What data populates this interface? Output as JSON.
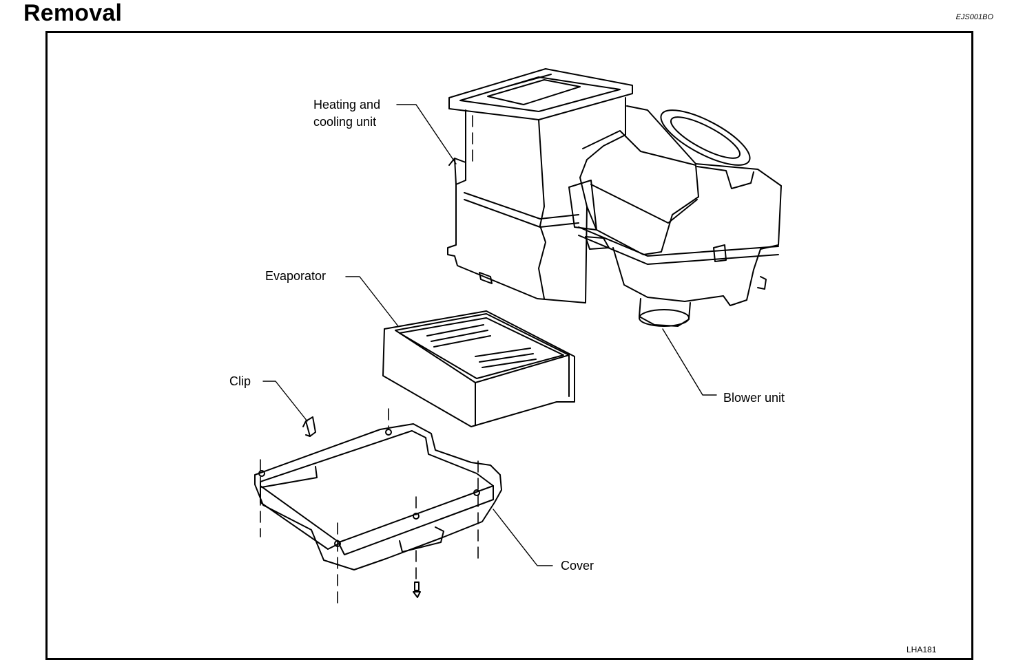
{
  "page": {
    "title": "Removal",
    "code": "EJS001BO"
  },
  "diagram": {
    "labels": {
      "heating_cooling_line1": "Heating and",
      "heating_cooling_line2": "cooling unit",
      "evaporator": "Evaporator",
      "clip": "Clip",
      "blower_unit": "Blower unit",
      "cover": "Cover"
    },
    "figure_id": "LHA181"
  }
}
